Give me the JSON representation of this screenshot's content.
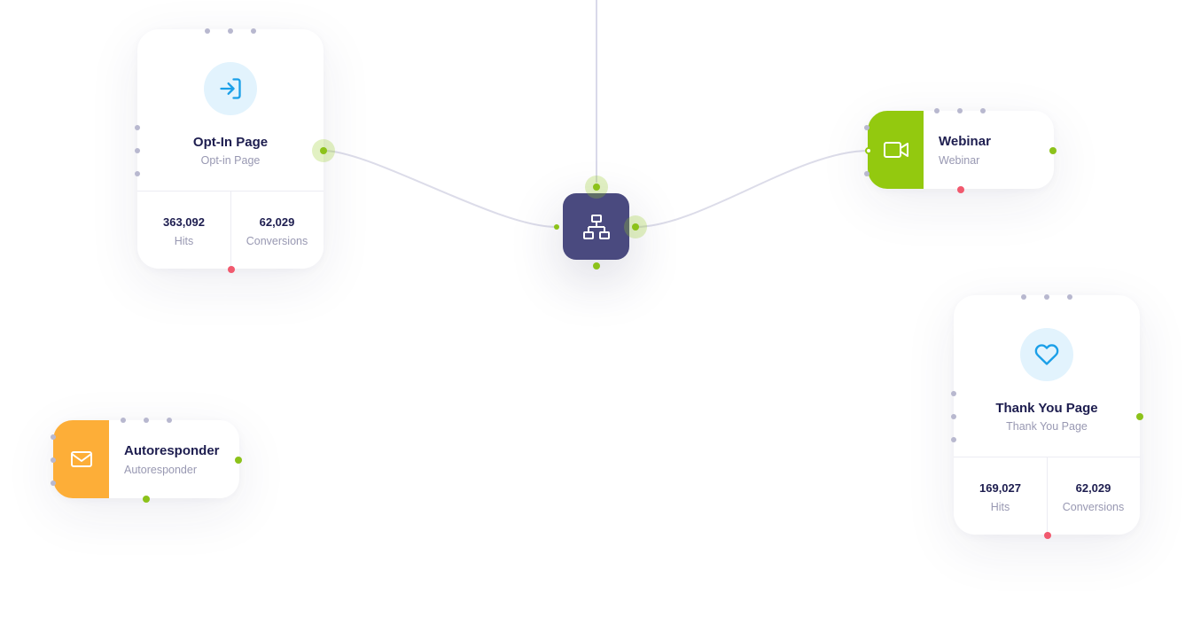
{
  "colors": {
    "accent_green": "#8cc21a",
    "webinar_green": "#93c90f",
    "autoresponder_orange": "#fdae38",
    "hub_purple": "#4a4a7f",
    "error_red": "#f1596e",
    "icon_blue": "#1a9fe8",
    "icon_bg": "#e2f3fd"
  },
  "hub": {
    "icon": "sitemap-icon"
  },
  "nodes": {
    "optin": {
      "title": "Opt-In Page",
      "subtitle": "Opt-in Page",
      "icon": "sign-in-icon",
      "hits_value": "363,092",
      "hits_label": "Hits",
      "conversions_value": "62,029",
      "conversions_label": "Conversions"
    },
    "webinar": {
      "title": "Webinar",
      "subtitle": "Webinar",
      "icon": "video-camera-icon"
    },
    "autoresponder": {
      "title": "Autoresponder",
      "subtitle": "Autoresponder",
      "icon": "envelope-icon"
    },
    "thankyou": {
      "title": "Thank You Page",
      "subtitle": "Thank You Page",
      "icon": "heart-icon",
      "hits_value": "169,027",
      "hits_label": "Hits",
      "conversions_value": "62,029",
      "conversions_label": "Conversions"
    }
  }
}
